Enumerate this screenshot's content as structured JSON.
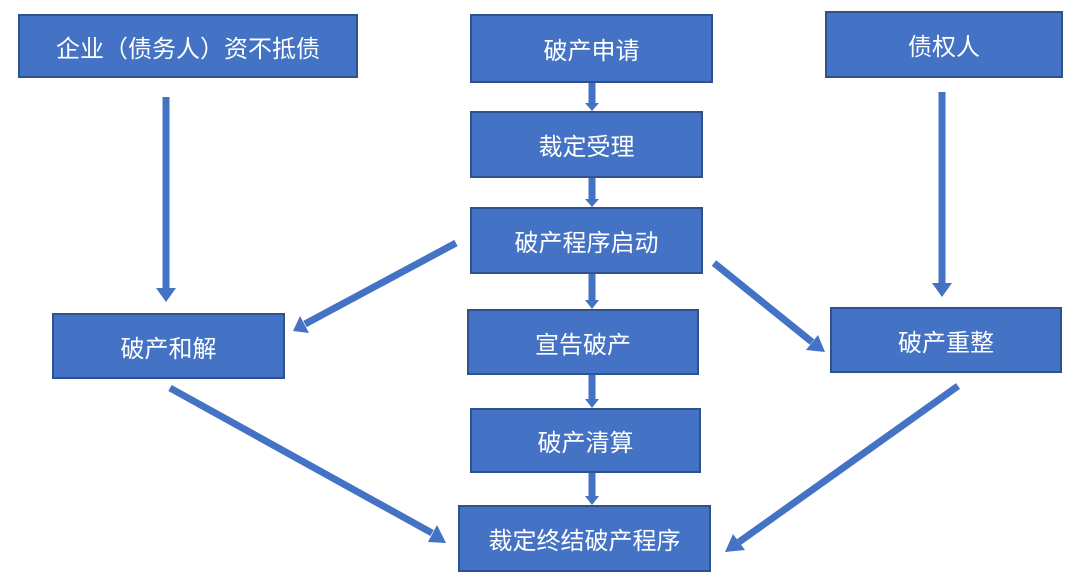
{
  "nodes": {
    "debtor_insolvent": "企业（债务人）资不抵债",
    "bankruptcy_application": "破产申请",
    "creditor": "债权人",
    "ruling_acceptance": "裁定受理",
    "bankruptcy_procedure_start": "破产程序启动",
    "bankruptcy_settlement": "破产和解",
    "declare_bankruptcy": "宣告破产",
    "bankruptcy_reorganization": "破产重整",
    "bankruptcy_liquidation": "破产清算",
    "ruling_terminate_procedure": "裁定终结破产程序"
  },
  "colors": {
    "box_fill": "#4472C4",
    "box_border": "#2F528F",
    "arrow": "#4472C4",
    "text": "#FFFFFF"
  },
  "edges": [
    {
      "from": "debtor_insolvent",
      "to": "bankruptcy_settlement"
    },
    {
      "from": "bankruptcy_application",
      "to": "ruling_acceptance"
    },
    {
      "from": "ruling_acceptance",
      "to": "bankruptcy_procedure_start"
    },
    {
      "from": "bankruptcy_procedure_start",
      "to": "bankruptcy_settlement"
    },
    {
      "from": "bankruptcy_procedure_start",
      "to": "declare_bankruptcy"
    },
    {
      "from": "bankruptcy_procedure_start",
      "to": "bankruptcy_reorganization"
    },
    {
      "from": "creditor",
      "to": "bankruptcy_reorganization"
    },
    {
      "from": "declare_bankruptcy",
      "to": "bankruptcy_liquidation"
    },
    {
      "from": "bankruptcy_liquidation",
      "to": "ruling_terminate_procedure"
    },
    {
      "from": "bankruptcy_settlement",
      "to": "ruling_terminate_procedure"
    },
    {
      "from": "bankruptcy_reorganization",
      "to": "ruling_terminate_procedure"
    }
  ]
}
